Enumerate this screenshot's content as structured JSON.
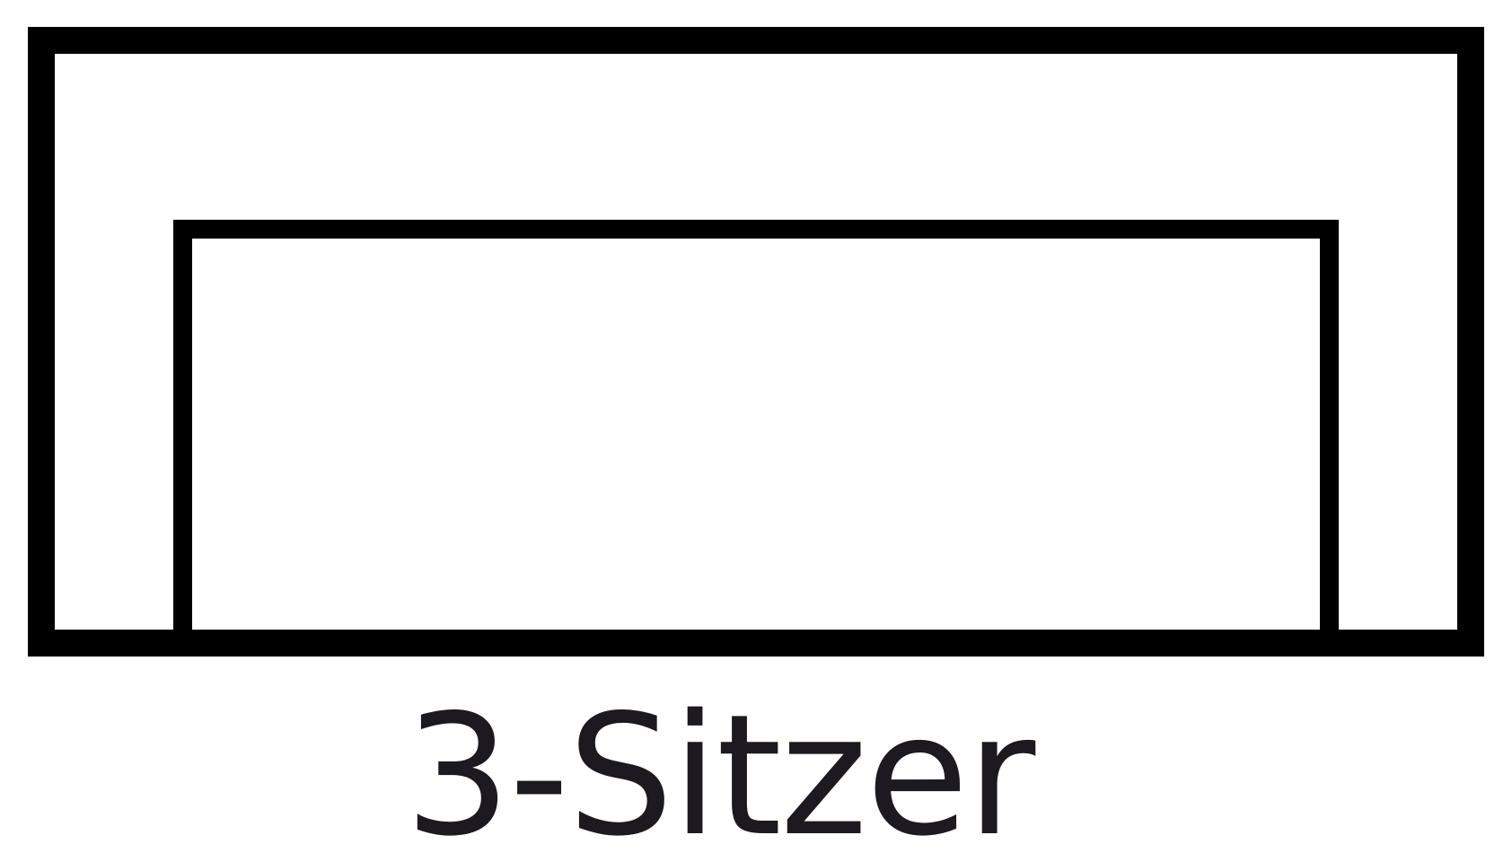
{
  "diagram": {
    "type": "sofa-top-view-pictogram",
    "label": "3-Sitzer",
    "shapes": {
      "outer_frame": "sofa frame outline (backrest and armrests), stroke 30px",
      "inner_seat": "seat area outline, stroke 21px, open toward front edge"
    }
  },
  "colors": {
    "line": "#000000",
    "text": "#1c1920",
    "background": "#ffffff"
  }
}
